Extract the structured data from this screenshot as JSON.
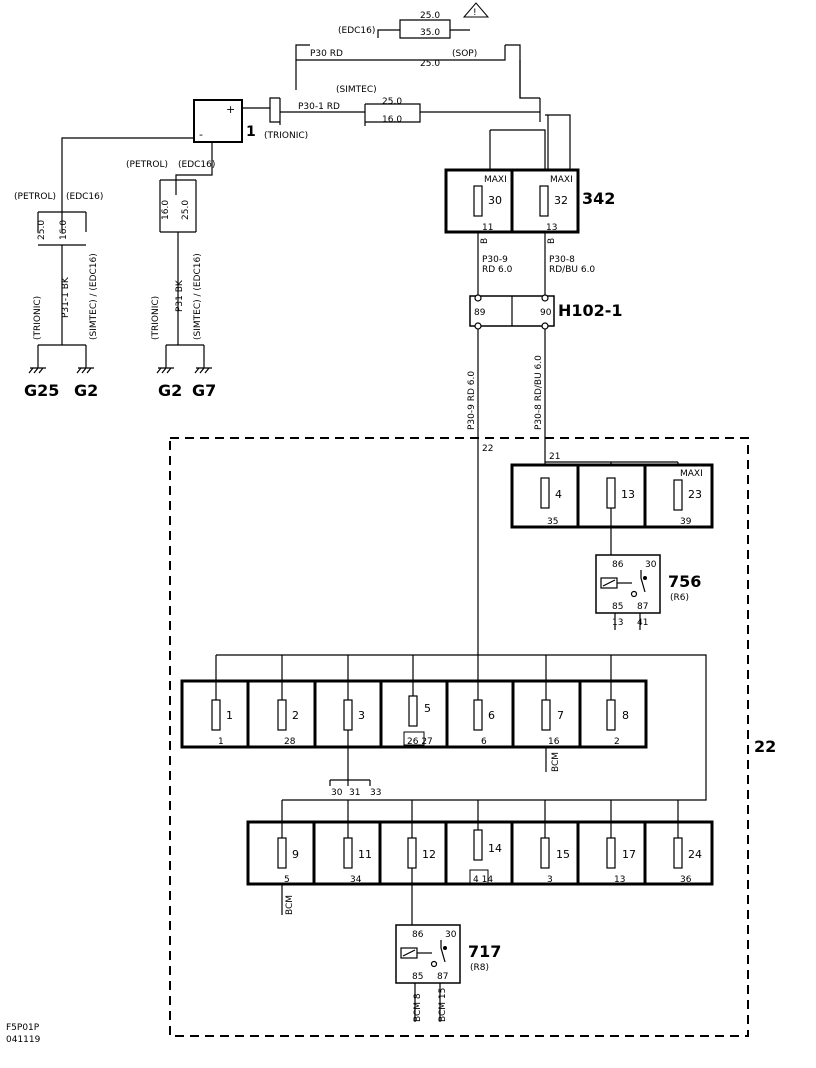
{
  "battery": {
    "ref": "1",
    "plus": "+",
    "minus": "-",
    "variant": "(TRIONIC)"
  },
  "top_variants": {
    "edc16": "(EDC16)",
    "sop": "(SOP)",
    "simtec": "(SIMTEC)",
    "warning": "!",
    "wire_25_a": "25.0",
    "wire_35": "35.0",
    "wire_25_b": "25.0",
    "p30_rd": "P30 RD",
    "p30_1_rd": "P30-1 RD",
    "wire_25_c": "25.0",
    "wire_16": "16.0"
  },
  "ground_left": {
    "petrol": "(PETROL)",
    "edc16": "(EDC16)",
    "w25": "25.0",
    "w16": "16.0",
    "wire": "P31-1 BK",
    "trionic": "(TRIONIC)",
    "simtec": "(SIMTEC) / (EDC16)",
    "g_a": "G25",
    "g_b": "G2"
  },
  "ground_mid": {
    "petrol": "(PETROL)",
    "edc16": "(EDC16)",
    "w16": "16.0",
    "w25": "25.0",
    "wire": "P31 BK",
    "trionic": "(TRIONIC)",
    "simtec": "(SIMTEC) / (EDC16)",
    "g_a": "G2",
    "g_b": "G7"
  },
  "maxi_342": {
    "ref": "342",
    "maxi": "MAXI",
    "f30": "30",
    "f32": "32",
    "pin11": "11",
    "pin13": "13",
    "b1": "B",
    "b2": "B",
    "wire_left": "P30-9",
    "wire_left_spec": "RD 6.0",
    "wire_right": "P30-8",
    "wire_right_spec": "RD/BU 6.0"
  },
  "connector": {
    "ref": "H102-1",
    "pin_a": "89",
    "pin_b": "90"
  },
  "vertical_wires": {
    "left": "P30-9 RD 6.0",
    "right": "P30-8 RD/BU 6.0"
  },
  "fusebox": {
    "ref": "22",
    "pin22": "22",
    "pin21": "21",
    "top_fuses": [
      {
        "num": "4",
        "pin": "35"
      },
      {
        "num": "13",
        "pin": ""
      },
      {
        "num": "23",
        "pin": "39",
        "maxi": "MAXI"
      }
    ],
    "row1": [
      {
        "num": "1",
        "pin": "1"
      },
      {
        "num": "2",
        "pin": "28"
      },
      {
        "num": "3",
        "pin": ""
      },
      {
        "num": "5",
        "pin": "26 27"
      },
      {
        "num": "6",
        "pin": "6"
      },
      {
        "num": "7",
        "pin": "16"
      },
      {
        "num": "8",
        "pin": "2"
      }
    ],
    "row1_pins": [
      "30",
      "31",
      "33"
    ],
    "bcm_row1": "BCM",
    "row2": [
      {
        "num": "9",
        "pin": "5"
      },
      {
        "num": "11",
        "pin": "34"
      },
      {
        "num": "12",
        "pin": ""
      },
      {
        "num": "14",
        "pin": "4 14"
      },
      {
        "num": "15",
        "pin": "3"
      },
      {
        "num": "17",
        "pin": "13"
      },
      {
        "num": "24",
        "pin": "36"
      }
    ],
    "bcm_row2": "BCM"
  },
  "relay_756": {
    "ref": "756",
    "type": "(R6)",
    "p86": "86",
    "p30": "30",
    "p85": "85",
    "p87": "87",
    "out_a": "13",
    "out_b": "41"
  },
  "relay_717": {
    "ref": "717",
    "type": "(R8)",
    "p86": "86",
    "p30": "30",
    "p85": "85",
    "p87": "87",
    "out_a": "BCM 8",
    "out_b": "BCM 15"
  },
  "footer": {
    "code": "F5P01P",
    "date": "041119"
  }
}
